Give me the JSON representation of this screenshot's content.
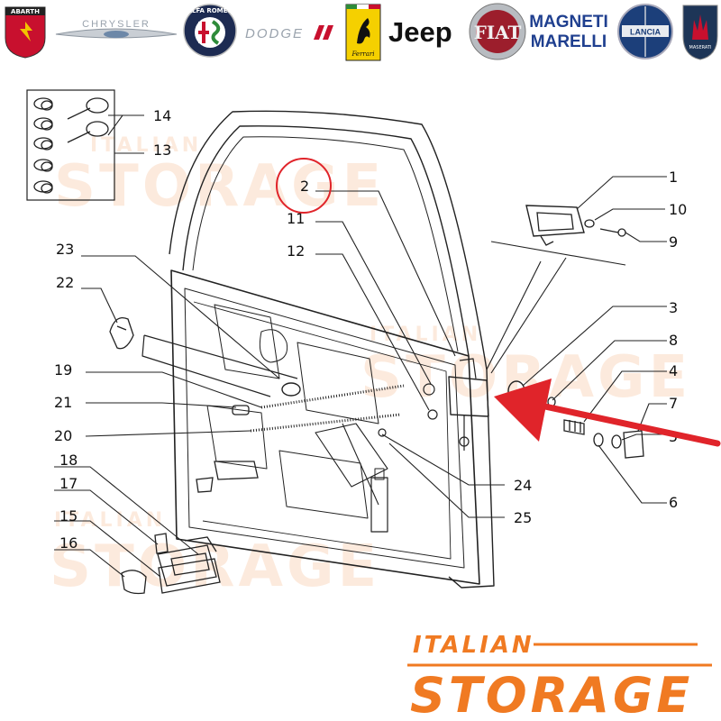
{
  "brands": {
    "abarth": "ABARTH",
    "chrysler": "CHRYSLER",
    "alfa_romeo": "ALFA ROMEO",
    "dodge": "DODGE",
    "ferrari": "Ferrari",
    "jeep": "Jeep",
    "fiat": "FIAT",
    "magneti_marelli_1": "MAGNETI",
    "magneti_marelli_2": "MARELLI",
    "lancia": "LANCIA",
    "maserati": "MASERATI"
  },
  "callouts": [
    "1",
    "2",
    "3",
    "4",
    "5",
    "6",
    "7",
    "8",
    "9",
    "10",
    "11",
    "12",
    "13",
    "14",
    "15",
    "16",
    "17",
    "18",
    "19",
    "20",
    "21",
    "22",
    "23",
    "24",
    "25"
  ],
  "watermark": {
    "line1": "ITALIAN",
    "line2": "STORAGE"
  },
  "logo": {
    "line1": "ITALIAN",
    "line2": "STORAGE"
  },
  "colors": {
    "accent": "#f07a22",
    "highlight_circle": "#e0242a",
    "arrow": "#e0242a",
    "line": "#222222"
  },
  "highlight": {
    "callout": "2"
  }
}
